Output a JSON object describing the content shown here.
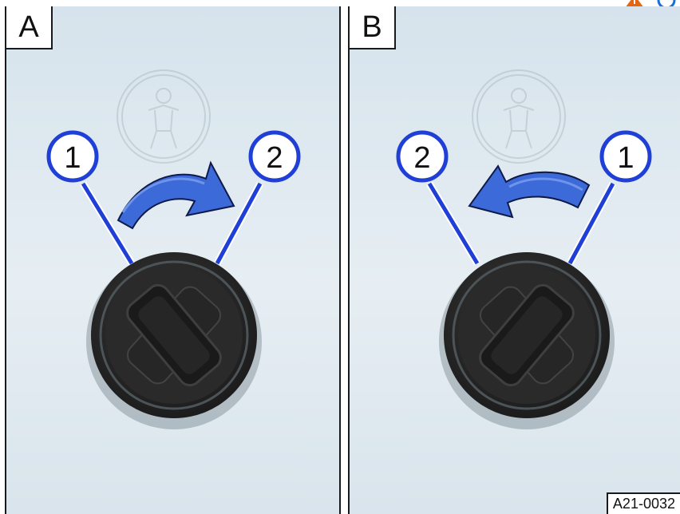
{
  "panels": [
    {
      "label": "A",
      "positions": [
        "1",
        "2"
      ],
      "arrow_direction": "clockwise"
    },
    {
      "label": "B",
      "positions": [
        "2",
        "1"
      ],
      "arrow_direction": "counterclockwise"
    }
  ],
  "reference_code": "A21-0032",
  "icons": {
    "top_right": [
      "warning-icon",
      "info-icon"
    ],
    "faded_symbol": "child-seat-icon",
    "control": "rotary-switch-icon"
  },
  "colors": {
    "callout_blue": "#1f3fd6",
    "arrow_blue": "#3c6ad8",
    "knob_dark": "#2b2b2b",
    "warning_orange": "#e8650f",
    "info_blue": "#1a6ed8",
    "background": "#dde8f0"
  }
}
